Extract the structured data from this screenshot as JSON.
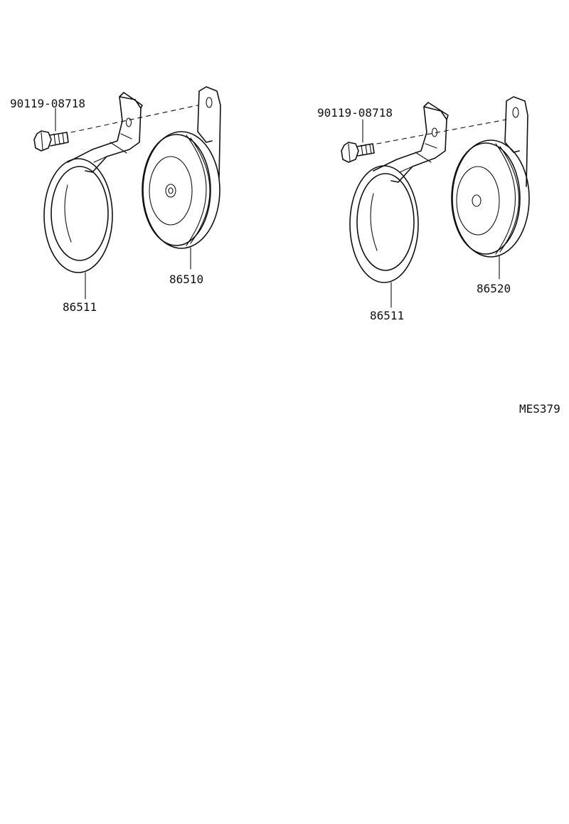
{
  "assemblies": [
    {
      "bolt_part": "90119-08718",
      "bracket_part": "86511",
      "horn_part": "86510"
    },
    {
      "bolt_part": "90119-08718",
      "bracket_part": "86511",
      "horn_part": "86520"
    }
  ],
  "diagram_code": "MES379"
}
